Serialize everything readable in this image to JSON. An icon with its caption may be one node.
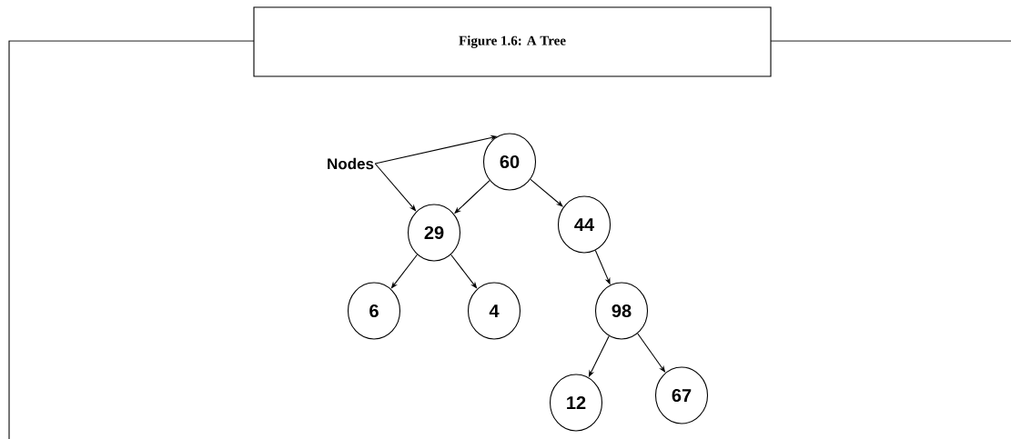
{
  "diagram": {
    "nodes": [
      {
        "text": [
          "Figure 1.6: A Tree"
        ]
      },
      {
        "text": [
          "Nodes"
        ]
      },
      {
        "text": [
          "60"
        ]
      },
      {
        "text": [
          "29"
        ]
      },
      {
        "text": [
          "44"
        ]
      },
      {
        "text": [
          "6"
        ]
      },
      {
        "text": [
          "4"
        ]
      },
      {
        "text": [
          "98"
        ]
      },
      {
        "text": [
          "12"
        ]
      },
      {
        "text": [
          "67"
        ]
      }
    ],
    "edges": [
      {
        "from": 1,
        "to": 2,
        "arrow": "to"
      },
      {
        "from": 1,
        "to": 3,
        "arrow": "to"
      },
      {
        "from": 2,
        "to": 3,
        "arrow": "to"
      },
      {
        "from": 2,
        "to": 4,
        "arrow": "to"
      },
      {
        "from": 3,
        "to": 5,
        "arrow": "to"
      },
      {
        "from": 3,
        "to": 6,
        "arrow": "to"
      },
      {
        "from": 4,
        "to": 7,
        "arrow": "to"
      },
      {
        "from": 7,
        "to": 8,
        "arrow": "to"
      },
      {
        "from": 7,
        "to": 9,
        "arrow": "to"
      }
    ]
  }
}
